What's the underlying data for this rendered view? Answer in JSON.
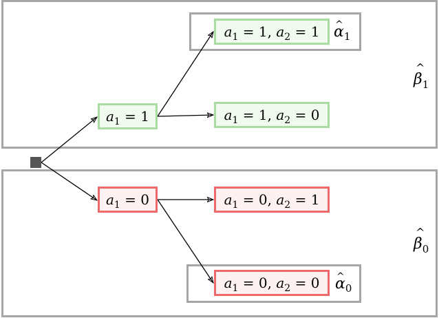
{
  "diagram": {
    "upper_region_label": {
      "symbol": "β",
      "subscript": "1"
    },
    "lower_region_label": {
      "symbol": "β",
      "subscript": "0"
    },
    "upper_group_label": {
      "symbol": "α",
      "subscript": "1"
    },
    "lower_group_label": {
      "symbol": "α",
      "subscript": "0"
    },
    "root": {
      "kind": "filled-square"
    },
    "nodes": [
      {
        "id": "n_a1_1",
        "text": "a₁ = 1",
        "parts": [
          {
            "v": "a"
          },
          {
            "s": "1"
          },
          {
            "t": " = 1"
          }
        ],
        "status": "green"
      },
      {
        "id": "n_a1_1_a2_1",
        "text": "a₁ = 1, a₂ = 1",
        "parts": [
          {
            "v": "a"
          },
          {
            "s": "1"
          },
          {
            "t": " = 1, "
          },
          {
            "v": "a"
          },
          {
            "s": "2"
          },
          {
            "t": " = 1"
          }
        ],
        "status": "green"
      },
      {
        "id": "n_a1_1_a2_0",
        "text": "a₁ = 1, a₂ = 0",
        "parts": [
          {
            "v": "a"
          },
          {
            "s": "1"
          },
          {
            "t": " = 1, "
          },
          {
            "v": "a"
          },
          {
            "s": "2"
          },
          {
            "t": " = 0"
          }
        ],
        "status": "green"
      },
      {
        "id": "n_a1_0",
        "text": "a₁ = 0",
        "parts": [
          {
            "v": "a"
          },
          {
            "s": "1"
          },
          {
            "t": " = 0"
          }
        ],
        "status": "red"
      },
      {
        "id": "n_a1_0_a2_1",
        "text": "a₁ = 0, a₂ = 1",
        "parts": [
          {
            "v": "a"
          },
          {
            "s": "1"
          },
          {
            "t": " = 0, "
          },
          {
            "v": "a"
          },
          {
            "s": "2"
          },
          {
            "t": " = 1"
          }
        ],
        "status": "red"
      },
      {
        "id": "n_a1_0_a2_0",
        "text": "a₁ = 0, a₂ = 0",
        "parts": [
          {
            "v": "a"
          },
          {
            "s": "1"
          },
          {
            "t": " = 0, "
          },
          {
            "v": "a"
          },
          {
            "s": "2"
          },
          {
            "t": " = 0"
          }
        ],
        "status": "red"
      }
    ],
    "edges": [
      {
        "from": "root",
        "to": "n_a1_1"
      },
      {
        "from": "root",
        "to": "n_a1_0"
      },
      {
        "from": "n_a1_1",
        "to": "n_a1_1_a2_1"
      },
      {
        "from": "n_a1_1",
        "to": "n_a1_1_a2_0"
      },
      {
        "from": "n_a1_0",
        "to": "n_a1_0_a2_1"
      },
      {
        "from": "n_a1_0",
        "to": "n_a1_0_a2_0"
      }
    ],
    "colors": {
      "green_border": "#a8dca0",
      "green_fill": "#f1faef",
      "red_border": "#ee6a6a",
      "red_fill": "#fdf1f1",
      "region_border": "#a6a6a6",
      "root_fill": "#555555",
      "edge": "#000000"
    }
  }
}
